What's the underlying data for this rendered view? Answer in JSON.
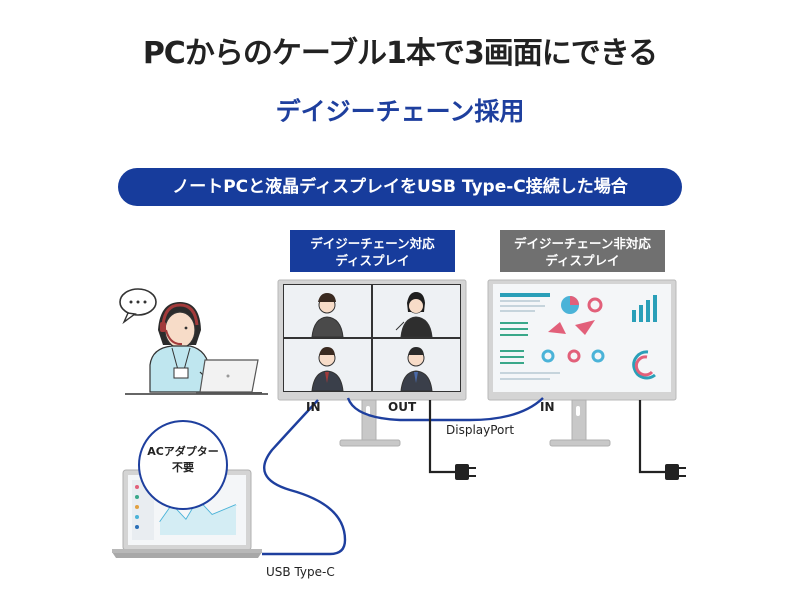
{
  "title": "PCからのケーブル1本で3画面にできる",
  "subtitle": "デイジーチェーン採用",
  "banner": "ノートPCと液晶ディスプレイをUSB Type-C接続した場合",
  "compatible_label": {
    "line1": "デイジーチェーン対応",
    "line2": "ディスプレイ"
  },
  "noncompatible_label": {
    "line1": "デイジーチェーン非対応",
    "line2": "ディスプレイ"
  },
  "ports": {
    "in_left": "IN",
    "out": "OUT",
    "in_right": "IN"
  },
  "cables": {
    "displayport": "DisplayPort",
    "usbc": "USB Type-C"
  },
  "ac_badge": {
    "line1": "ACアダプター",
    "line2": "不要"
  },
  "speech_bubble": "…",
  "colors": {
    "brand_blue": "#173c9c",
    "cable_blue": "#1e3f9e",
    "gray_label": "#707070",
    "monitor_frame": "#c8c8c8"
  }
}
